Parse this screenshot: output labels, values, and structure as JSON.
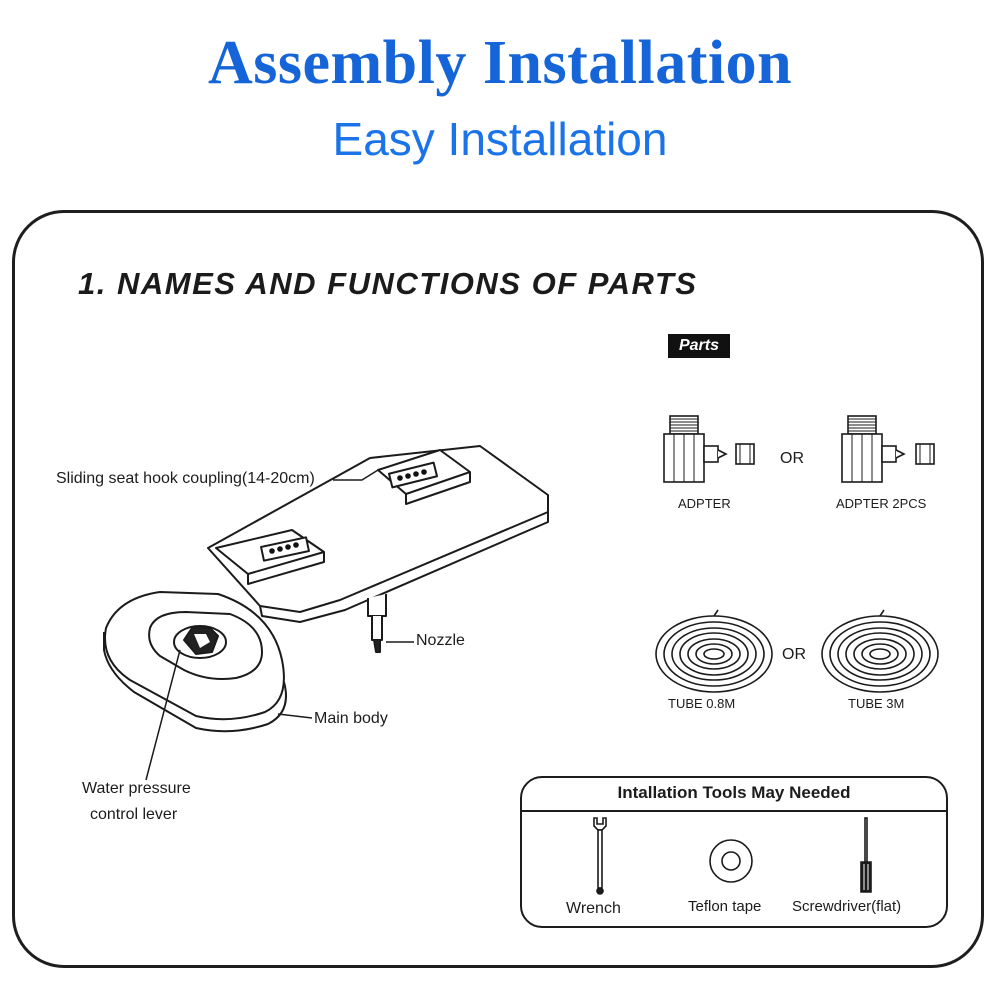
{
  "header": {
    "title": "Assembly Installation",
    "subtitle": "Easy Installation"
  },
  "section": {
    "heading": "1. NAMES AND FUNCTIONS OF PARTS"
  },
  "diagram": {
    "labels": {
      "coupling": "Sliding seat hook coupling(14-20cm)",
      "nozzle": "Nozzle",
      "main_body": "Main body",
      "lever_line1": "Water  pressure",
      "lever_line2": "control lever"
    }
  },
  "parts": {
    "badge": "Parts",
    "adapter_1": "ADPTER",
    "adapter_2": "ADPTER 2PCS",
    "tube_1": "TUBE 0.8M",
    "tube_2": "TUBE 3M",
    "or_1": "OR",
    "or_2": "OR"
  },
  "tools": {
    "title": "Intallation Tools May Needed",
    "items": [
      "Wrench",
      "Teflon tape",
      "Screwdriver(flat)"
    ]
  }
}
